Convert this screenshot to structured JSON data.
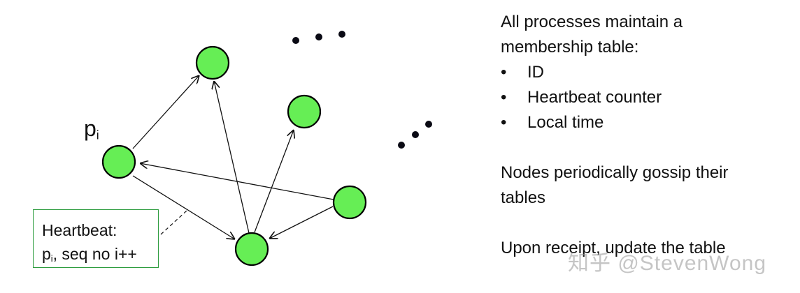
{
  "node_label": {
    "base": "p",
    "sub": "i"
  },
  "heartbeat_box": {
    "line1": "Heartbeat:",
    "line2_base": "p",
    "line2_sub": "i",
    "line2_rest": ", seq no i++"
  },
  "panel": {
    "intro_line1": "All processes maintain a",
    "intro_line2": "membership table:",
    "bullets": [
      "ID",
      "Heartbeat counter",
      "Local time"
    ],
    "gossip_line1": "Nodes periodically gossip their",
    "gossip_line2": "tables",
    "receipt": "Upon receipt, update the table"
  },
  "watermark": "知乎 @StevenWong",
  "colors": {
    "node_fill": "#66ee55",
    "box_border": "#2d9c3e"
  }
}
